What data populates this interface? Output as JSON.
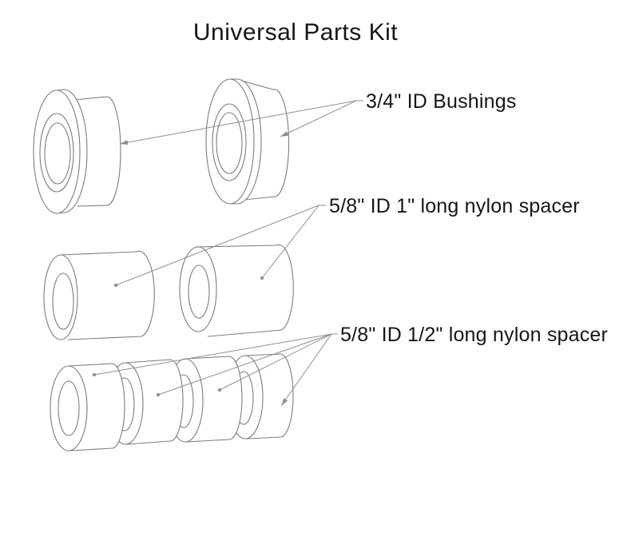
{
  "title": "Universal Parts Kit",
  "labels": {
    "bushings": "3/4\" ID Bushings",
    "spacer_1in": "5/8\" ID 1\" long nylon spacer",
    "spacer_half_in": "5/8\" ID 1/2\" long nylon spacer"
  },
  "parts": {
    "bushings": {
      "name": "3/4 inch ID bushing",
      "count": 2
    },
    "spacers_1in": {
      "name": "5/8 inch ID 1 inch long nylon spacer",
      "count": 2
    },
    "spacers_half_in": {
      "name": "5/8 inch ID 1/2 inch long nylon spacer",
      "count": 4
    }
  },
  "colors": {
    "background": "#ffffff",
    "text": "#161616",
    "part_outline": "#7d7d7d",
    "leader_line": "#8f8f8f"
  }
}
